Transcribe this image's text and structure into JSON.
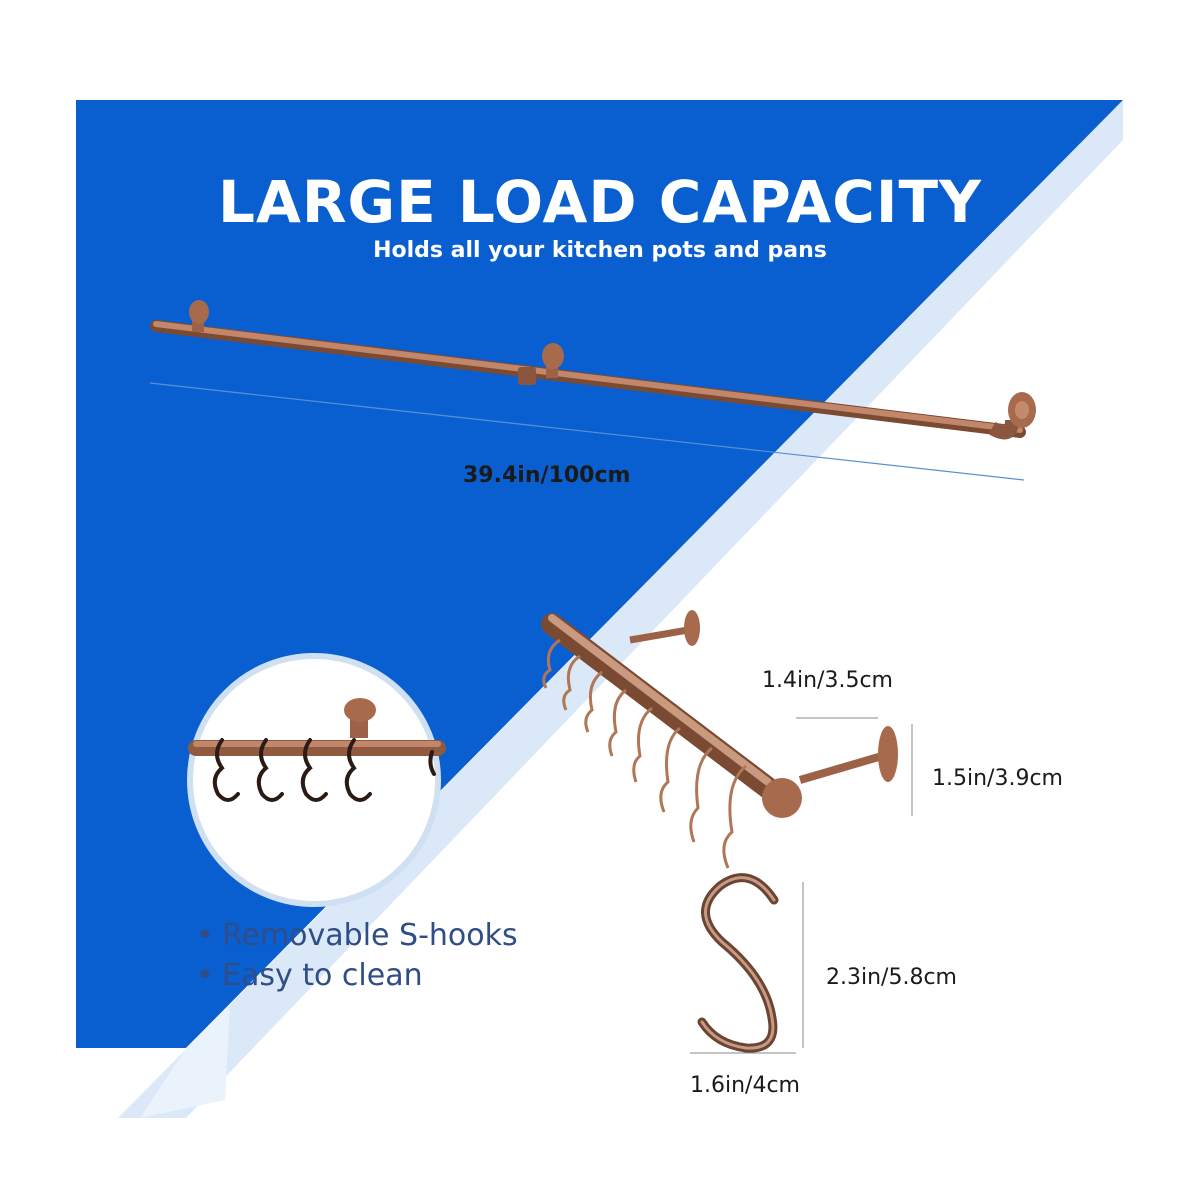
{
  "headline": {
    "title": "LARGE LOAD CAPACITY",
    "subtitle": "Holds all your kitchen pots and pans"
  },
  "dimensions": {
    "rail_length": "39.4in/100cm",
    "bracket_depth": "1.4in/3.5cm",
    "bracket_height": "1.5in/3.9cm",
    "hook_height": "2.3in/5.8cm",
    "hook_width": "1.6in/4cm"
  },
  "features": [
    {
      "bullet": "•",
      "text": "Removable S-hooks"
    },
    {
      "bullet": "•",
      "text": "Easy to clean"
    }
  ],
  "colors": {
    "blue_panel": "#0a5fd0",
    "light_stripe": "#dbe8f7",
    "copper": "#b07656",
    "text_dark": "#1a1a1a",
    "feature_text": "#2f4d86"
  }
}
